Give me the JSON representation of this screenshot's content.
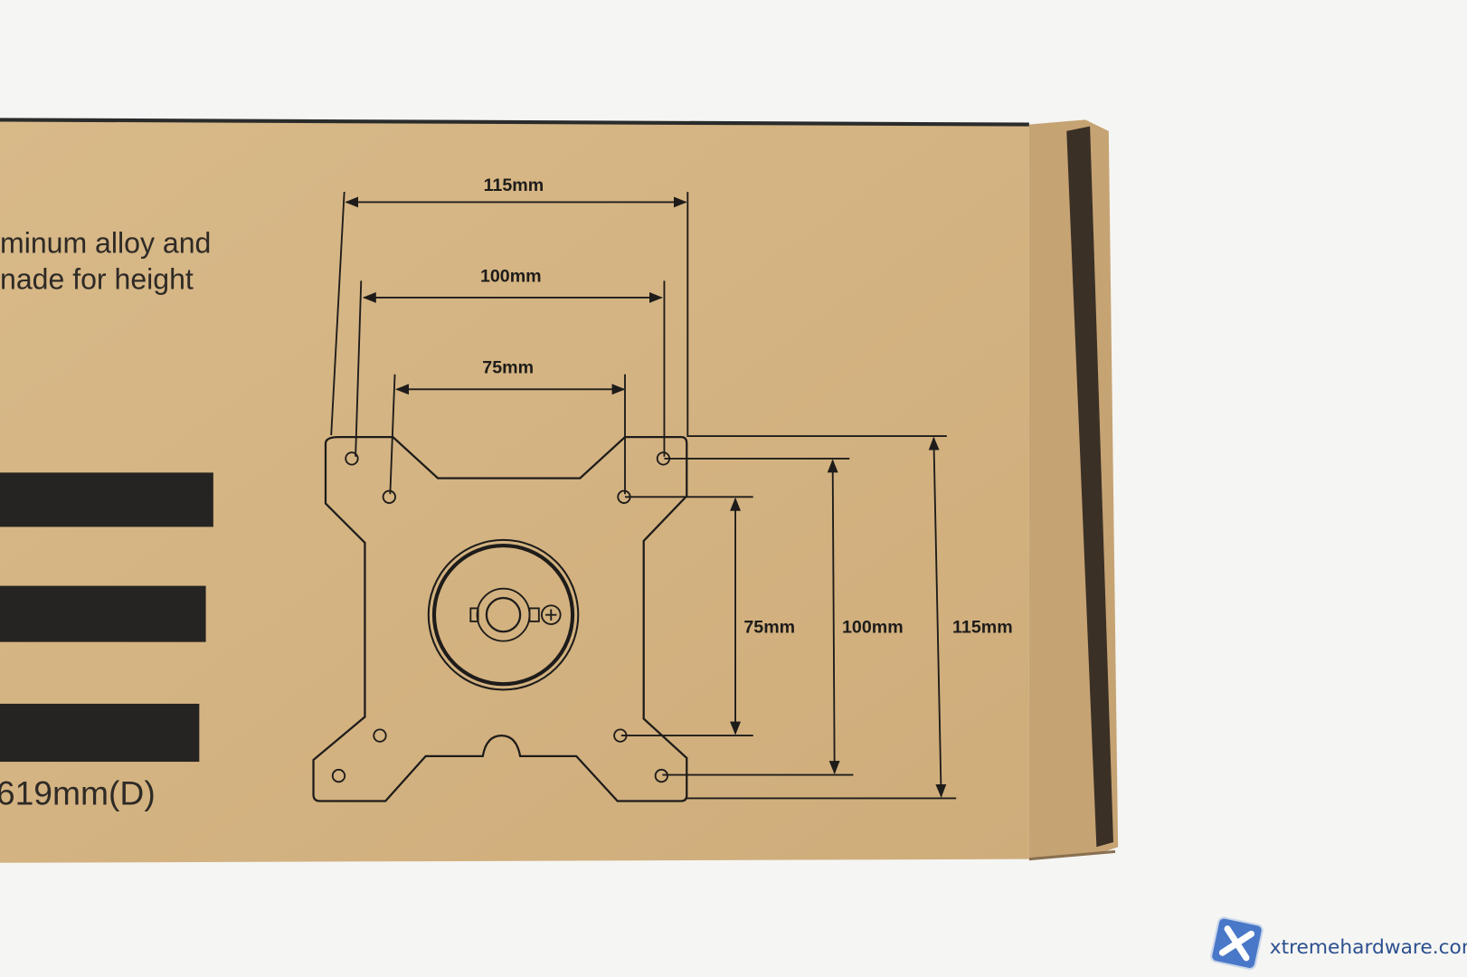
{
  "box_text": {
    "line1": "minum alloy and",
    "line2": "nade for height",
    "depth": "619mm(D)"
  },
  "diagram": {
    "horizontal_dims": [
      "115mm",
      "100mm",
      "75mm"
    ],
    "vertical_dims": [
      "75mm",
      "100mm",
      "115mm"
    ]
  },
  "watermark": {
    "text": "xtremehardware.com",
    "icon": "x-logo-icon"
  },
  "colors": {
    "cardboard": "#d4b281",
    "ink": "#1e1c1a",
    "background": "#f5f5f3"
  }
}
